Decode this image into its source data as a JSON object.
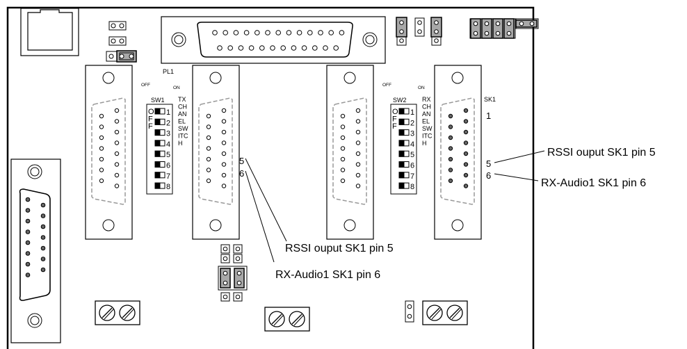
{
  "labels": {
    "pl1": "PL1",
    "sk1": "SK1",
    "sw1": "SW1",
    "sw2": "SW2",
    "off": "OFF",
    "on": "ON",
    "off_letters": [
      "O",
      "F",
      "F"
    ],
    "positions": [
      "1",
      "2",
      "3",
      "4",
      "5",
      "6",
      "7",
      "8"
    ],
    "sw1_functions": [
      "TX",
      "CH",
      "AN",
      "EL",
      "SW",
      "ITC",
      "H"
    ],
    "sw2_functions": [
      "RX",
      "CH",
      "AN",
      "EL",
      "SW",
      "ITC",
      "H"
    ],
    "sk1_pin_1": "1",
    "pin_5": "5",
    "pin_6": "6"
  },
  "callouts": {
    "rssi_right": "RSSI ouput SK1 pin 5",
    "audio_right": "RX-Audio1 SK1 pin 6",
    "rssi_middle": "RSSI ouput SK1 pin 5",
    "audio_middle": "RX-Audio1 SK1 pin 6"
  },
  "colors": {
    "line": "#000000",
    "jumper_fill": "#a8a8a8",
    "dash": "#999999",
    "background": "#ffffff"
  }
}
